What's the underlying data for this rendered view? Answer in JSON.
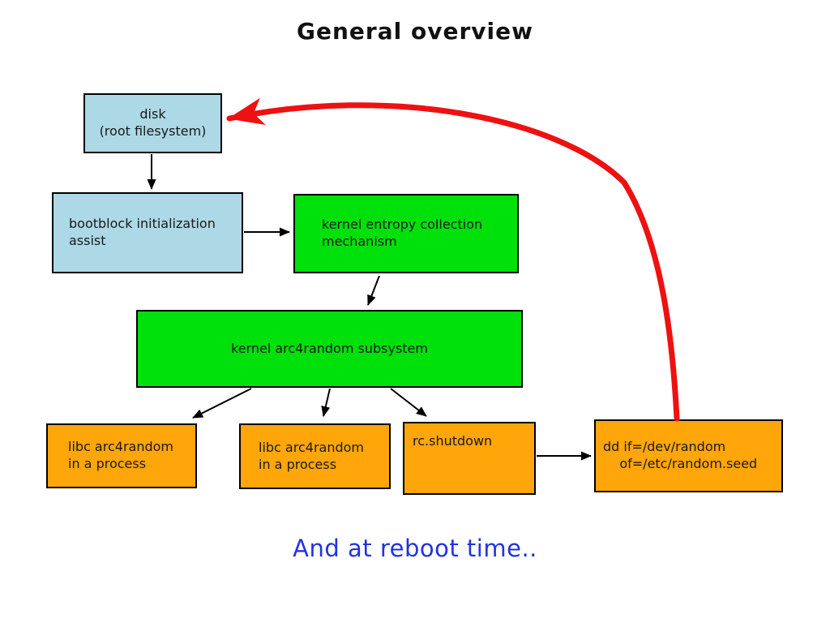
{
  "title": "General overview",
  "caption": "And at reboot time..",
  "colors": {
    "box_blue": "#add8e6",
    "box_green": "#00e00a",
    "box_orange": "#ffa60a",
    "arrow_red": "#ee1111",
    "caption_blue": "#2233dd"
  },
  "boxes": {
    "disk": {
      "label": "disk\n(root filesystem)"
    },
    "bootblock": {
      "label": "bootblock initialization\nassist"
    },
    "kernel_entropy": {
      "label": "kernel entropy collection\nmechanism"
    },
    "arc4random": {
      "label": "kernel arc4random subsystem"
    },
    "libc_process_1": {
      "label": "libc arc4random\nin a process"
    },
    "libc_process_2": {
      "label": "libc arc4random\nin a process"
    },
    "rc_shutdown": {
      "label": "rc.shutdown"
    },
    "dd_command": {
      "label": "dd if=/dev/random\n    of=/etc/random.seed"
    }
  }
}
